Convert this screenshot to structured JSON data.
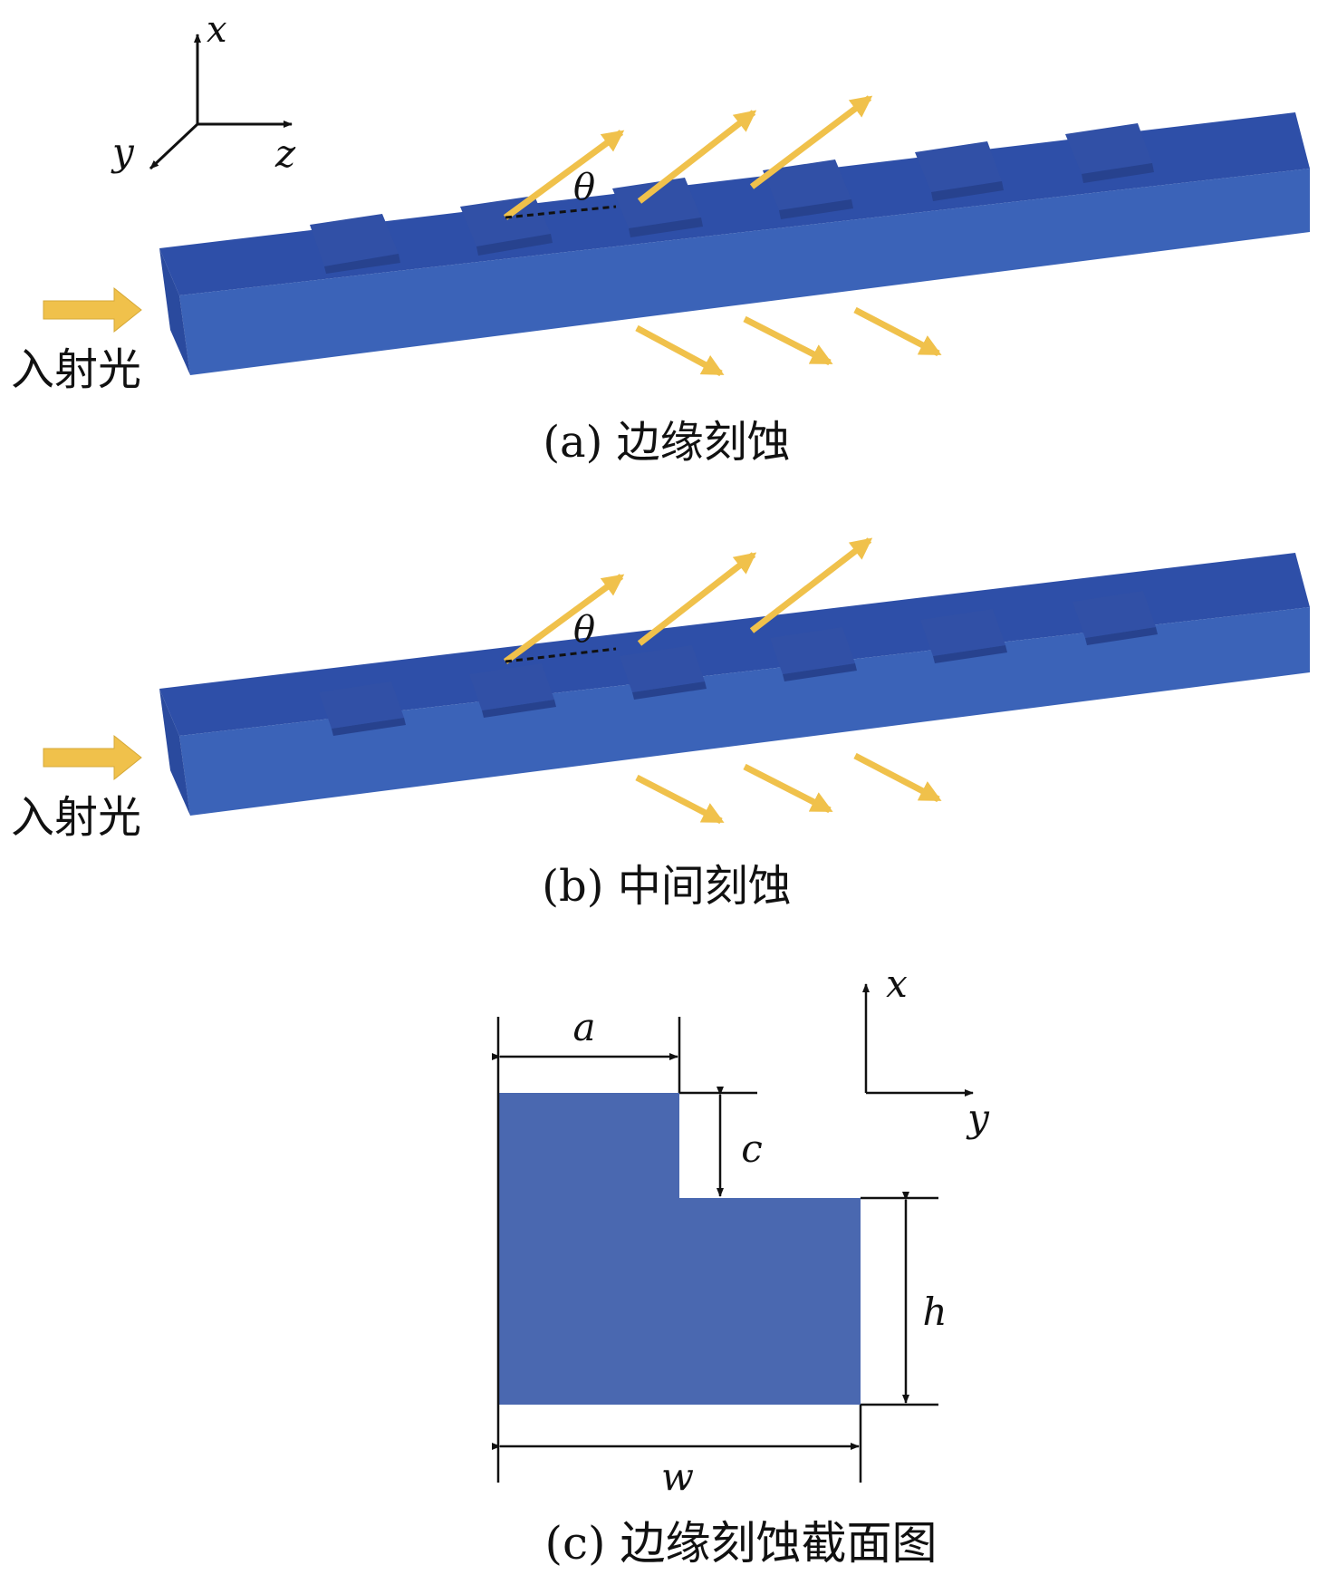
{
  "axes_top": {
    "x_label": "x",
    "y_label": "y",
    "z_label": "z"
  },
  "panel_a": {
    "caption": "(a) 边缘刻蚀",
    "incident_label": "入射光",
    "angle_label": "θ"
  },
  "panel_b": {
    "caption": "(b) 中间刻蚀",
    "incident_label": "入射光",
    "angle_label": "θ"
  },
  "panel_c": {
    "caption": "(c) 边缘刻蚀截面图",
    "dim_a": "a",
    "dim_c": "c",
    "dim_h": "h",
    "dim_w": "w",
    "axis_x": "x",
    "axis_y": "y"
  },
  "colors": {
    "waveguide_top": "#2e4fa8",
    "waveguide_side": "#3b63b8",
    "waveguide_end": "#2a4a9e",
    "tooth_top": "#3150a6",
    "tooth_side": "#27428e",
    "arrow": "#f0c14b",
    "section_fill": "#4a68b0"
  }
}
